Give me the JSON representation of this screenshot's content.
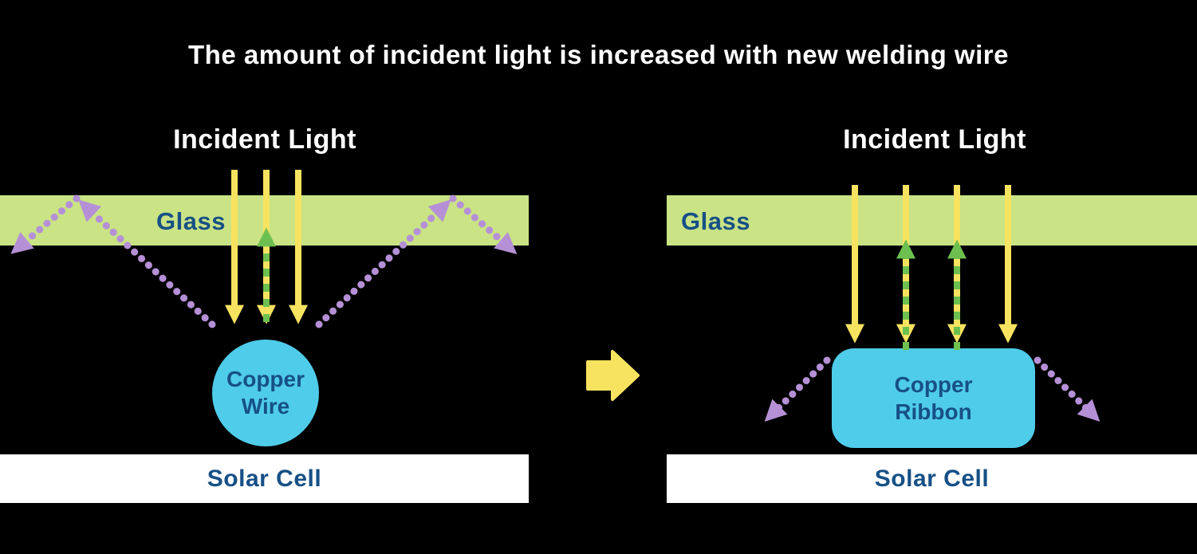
{
  "title": "The amount of incident light is increased with new welding wire",
  "colors": {
    "background": "#000000",
    "glass_green": "#c9e385",
    "incident_yellow": "#f7e35f",
    "reflect_green": "#6dc04f",
    "scatter_purple": "#b590d6",
    "copper_cyan": "#4fcce9",
    "label_blue": "#175086",
    "solar_white": "#ffffff"
  },
  "left_panel": {
    "incident_light": "Incident Light",
    "glass": "Glass",
    "copper_line1": "Copper",
    "copper_line2": "Wire",
    "solar_cell": "Solar Cell"
  },
  "right_panel": {
    "incident_light": "Incident Light",
    "glass": "Glass",
    "copper_line1": "Copper",
    "copper_line2": "Ribbon",
    "solar_cell": "Solar Cell"
  }
}
